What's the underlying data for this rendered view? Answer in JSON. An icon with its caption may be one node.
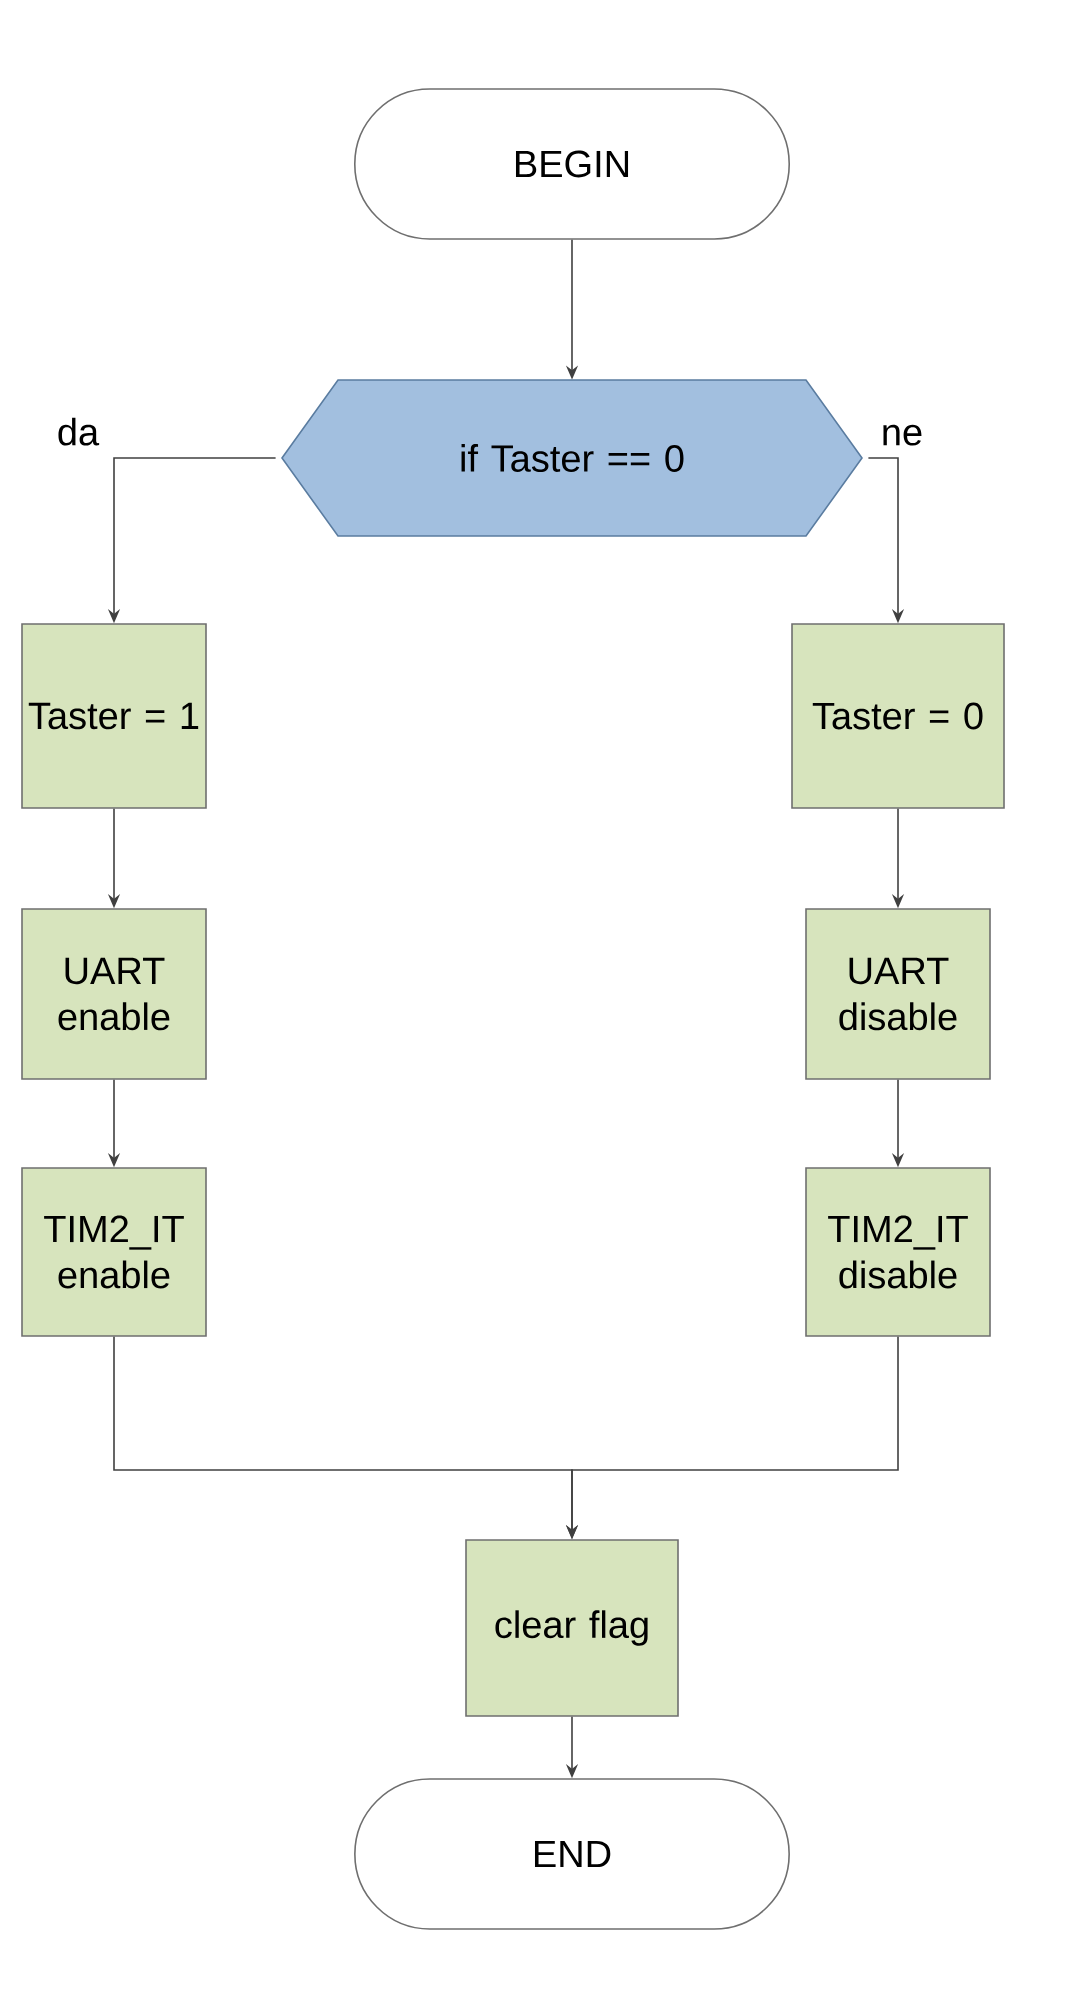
{
  "diagram": {
    "nodes": [
      {
        "text": [
          "BEGIN"
        ]
      },
      {
        "text": [
          "if Taster == 0"
        ]
      },
      {
        "text": [
          "Taster = 1"
        ]
      },
      {
        "text": [
          "UART enable"
        ]
      },
      {
        "text": [
          "TIM2_IT enable"
        ]
      },
      {
        "text": [
          "Taster = 0"
        ]
      },
      {
        "text": [
          "UART disable"
        ]
      },
      {
        "text": [
          "TIM2_IT disable"
        ]
      },
      {
        "text": [
          "clear flag"
        ]
      },
      {
        "text": [
          "END"
        ]
      }
    ],
    "edges": [
      {
        "from": 0,
        "to": 1,
        "arrow": "to"
      },
      {
        "from": 1,
        "to": 2,
        "arrow": "to",
        "label": "da"
      },
      {
        "from": 1,
        "to": 5,
        "arrow": "to",
        "label": "ne"
      },
      {
        "from": 2,
        "to": 3,
        "arrow": "to"
      },
      {
        "from": 3,
        "to": 4,
        "arrow": "to"
      },
      {
        "from": 5,
        "to": 6,
        "arrow": "to"
      },
      {
        "from": 6,
        "to": 7,
        "arrow": "to"
      },
      {
        "from": 4,
        "to": 8,
        "arrow": "to"
      },
      {
        "from": 7,
        "to": 8,
        "arrow": "to"
      },
      {
        "from": 8,
        "to": 9,
        "arrow": "to"
      }
    ]
  }
}
